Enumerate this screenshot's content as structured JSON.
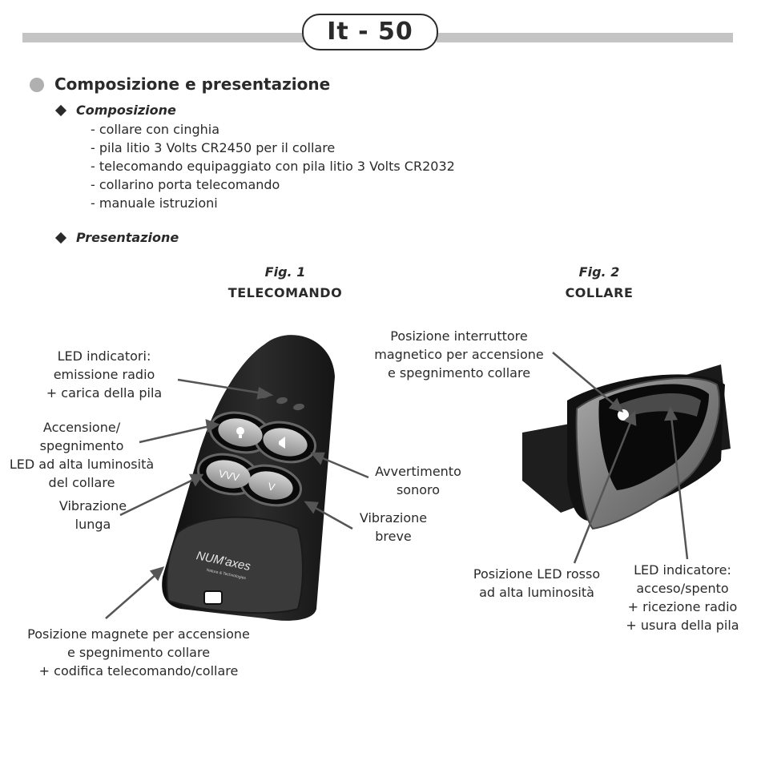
{
  "header": {
    "page_label": "It - 50"
  },
  "section": {
    "title": "Composizione e presentazione"
  },
  "composizione": {
    "heading": "Composizione",
    "items": [
      "- collare con cinghia",
      "- pila litio 3 Volts CR2450 per il collare",
      "- telecomando equipaggiato con pila litio 3 Volts CR2032",
      "- collarino porta telecomando",
      "- manuale istruzioni"
    ]
  },
  "presentazione": {
    "heading": "Presentazione"
  },
  "fig1": {
    "number": "Fig. 1",
    "title": "TELECOMANDO",
    "brand_text": "NUM'axes",
    "brand_subtext": "Nature & Technologies",
    "button_vvv": "VVV",
    "button_v": "V",
    "labels": {
      "led": [
        "LED indicatori:",
        "emissione radio",
        "+ carica della pila"
      ],
      "power": [
        "Accensione/",
        "spegnimento",
        "LED ad alta luminosità",
        "del collare"
      ],
      "vib_long": [
        "Vibrazione",
        "lunga"
      ],
      "sound": [
        "Avvertimento",
        "sonoro"
      ],
      "vib_short": [
        "Vibrazione",
        "breve"
      ],
      "magnet": [
        "Posizione magnete per accensione",
        "e spegnimento collare",
        "+ codifica telecomando/collare"
      ]
    }
  },
  "fig2": {
    "number": "Fig. 2",
    "title": "COLLARE",
    "labels": {
      "switch": [
        "Posizione interruttore",
        "magnetico per accensione",
        "e spegnimento collare"
      ],
      "red_led": [
        "Posizione LED rosso",
        "ad alta luminosità"
      ],
      "led_ind": [
        "LED indicatore:",
        "acceso/spento",
        "+ ricezione radio",
        "+ usura della pila"
      ]
    }
  }
}
